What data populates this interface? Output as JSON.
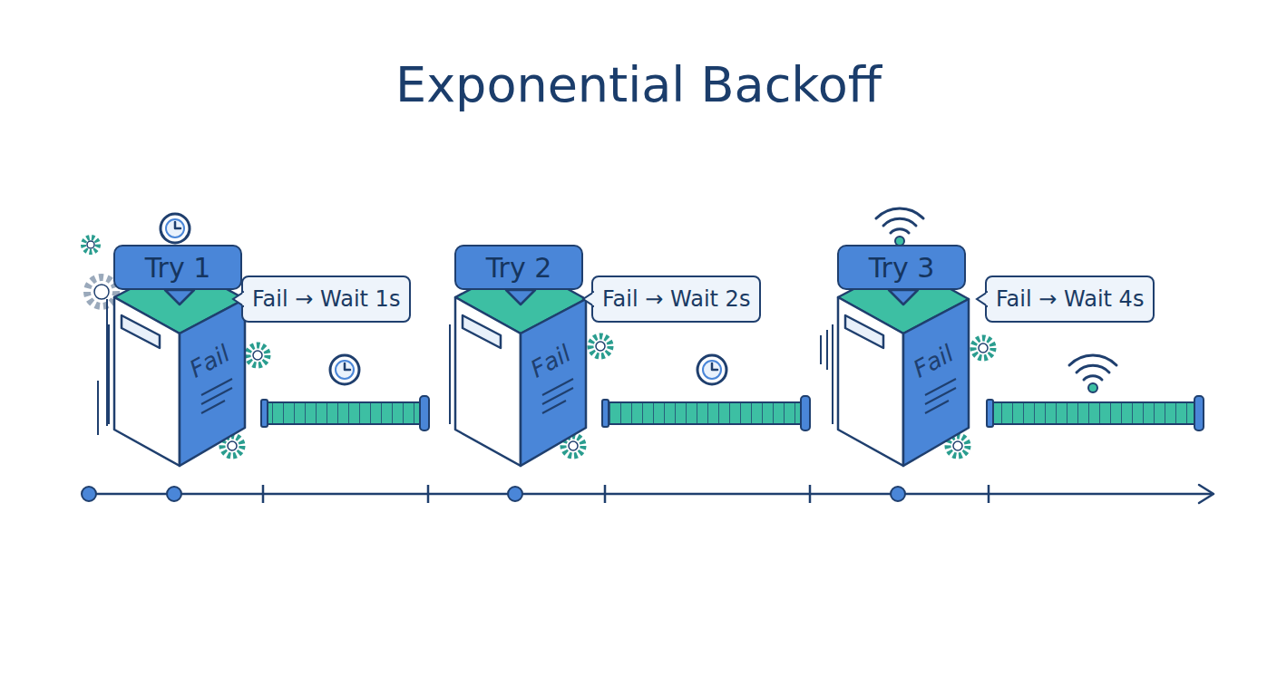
{
  "diagram": {
    "title": "Exponential Backoff",
    "nodes": [
      {
        "text": [
          "Try 1",
          "Fail"
        ]
      },
      {
        "text": [
          "Fail → Wait 1s"
        ]
      },
      {
        "text": [
          "Try 2",
          "Fail"
        ]
      },
      {
        "text": [
          "Fail → Wait 2s"
        ]
      },
      {
        "text": [
          "Try 3",
          "Fail"
        ]
      },
      {
        "text": [
          "Fail → Wait 4s"
        ]
      }
    ]
  }
}
